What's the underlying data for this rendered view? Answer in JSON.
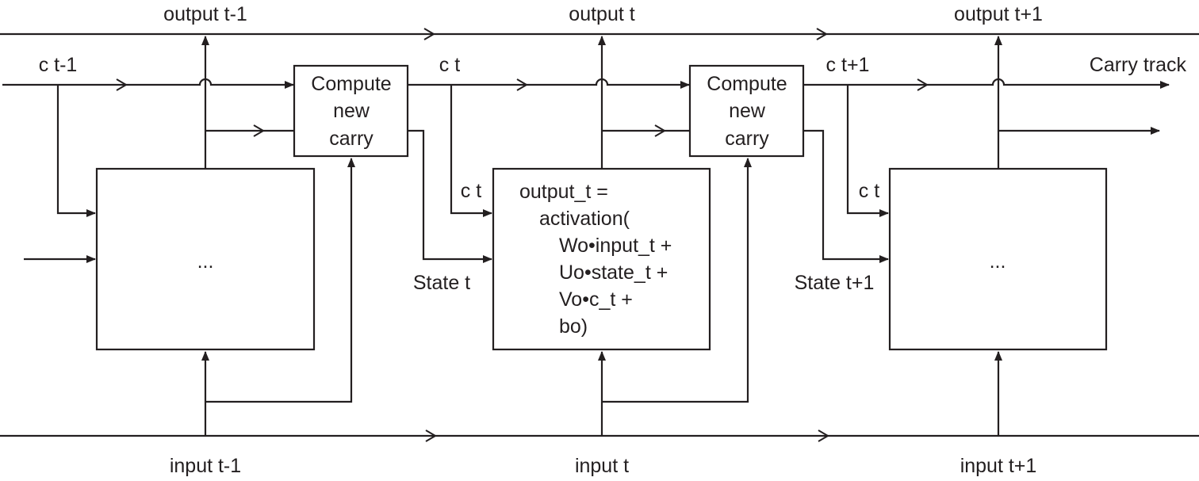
{
  "diagram": {
    "type": "LSTM carry-track flow diagram",
    "outputs": [
      "output t-1",
      "output t",
      "output t+1"
    ],
    "inputs": [
      "input t-1",
      "input t",
      "input t+1"
    ],
    "carries": [
      "c t-1",
      "c t",
      "c t+1"
    ],
    "carry_track_label": "Carry track",
    "compute_box": [
      "Compute",
      "new",
      "carry"
    ],
    "cell_inner_labels": [
      "c t",
      "c t"
    ],
    "state_labels": [
      "State t",
      "State t+1"
    ],
    "cells": [
      {
        "content": [
          "..."
        ]
      },
      {
        "content": [
          "output_t =",
          "activation(",
          "Wo•input_t +",
          "Uo•state_t +",
          "Vo•c_t +",
          "bo)"
        ]
      },
      {
        "content": [
          "..."
        ]
      }
    ],
    "colors": {
      "stroke": "#231f20",
      "background": "#ffffff"
    }
  }
}
